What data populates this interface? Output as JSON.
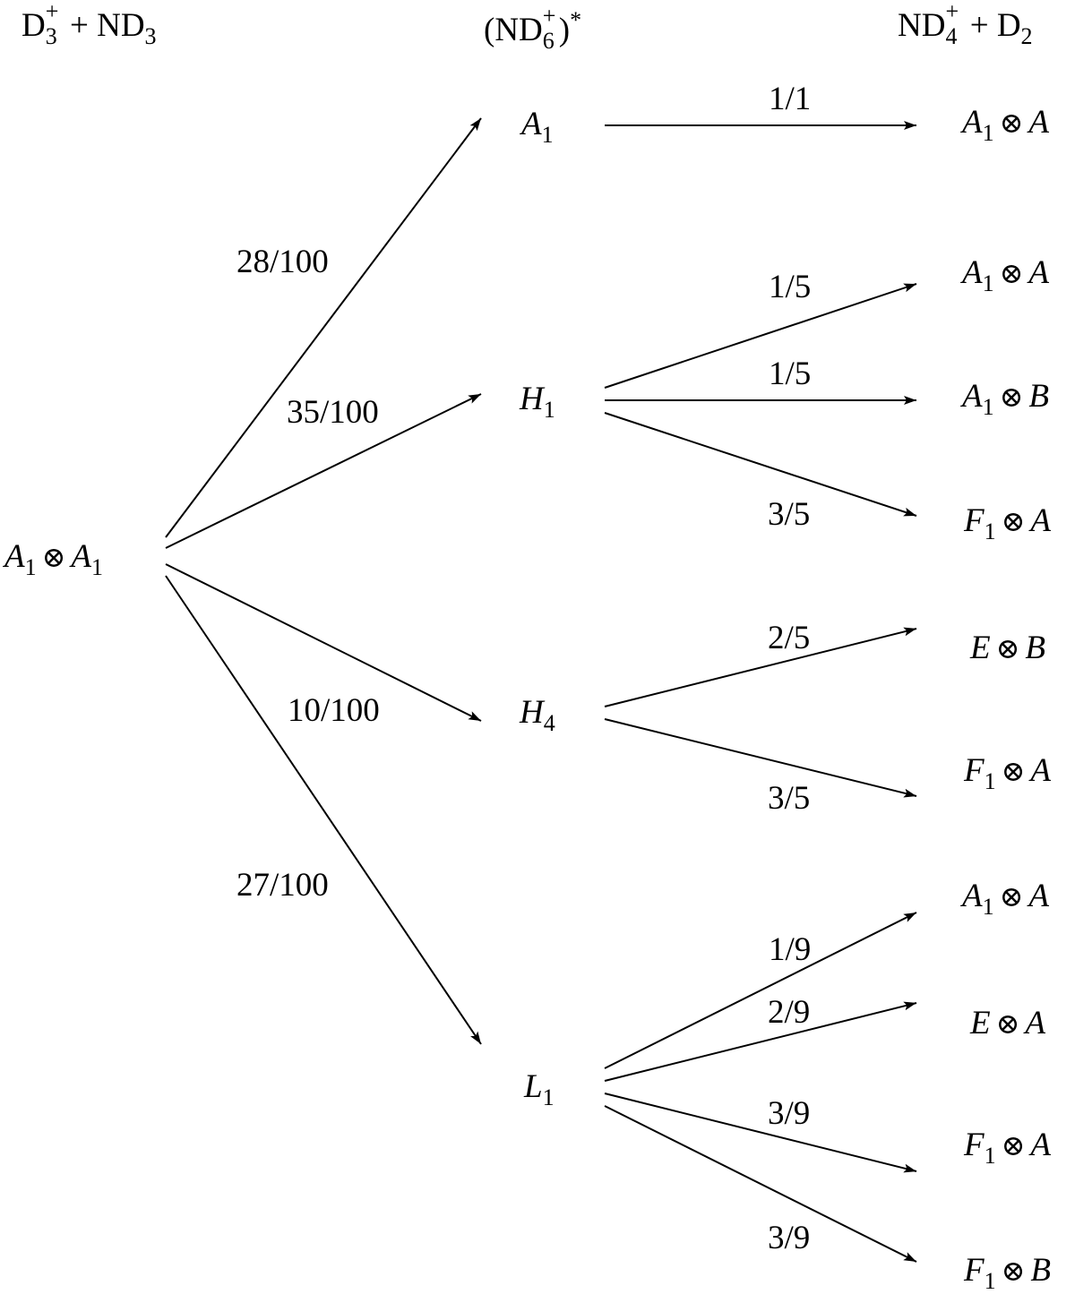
{
  "headers": {
    "reactants": {
      "base": "D",
      "sub": "3",
      "sup": "+",
      "rest": " + ND",
      "rest_sub": "3"
    },
    "intermediate": {
      "open": "(ND",
      "sub": "6",
      "sup": "+",
      "close": ")",
      "star": "*"
    },
    "products": {
      "base": "ND",
      "sub": "4",
      "sup": "+",
      "rest": " + D",
      "rest_sub": "2"
    }
  },
  "root": {
    "left": "A",
    "left_sub": "1",
    "op": "⊗",
    "right": "A",
    "right_sub": "1"
  },
  "intermediates": [
    {
      "id": "A1",
      "sym": "A",
      "sub": "1",
      "prob": "28/100"
    },
    {
      "id": "H1",
      "sym": "H",
      "sub": "1",
      "prob": "35/100"
    },
    {
      "id": "H4",
      "sym": "H",
      "sub": "4",
      "prob": "10/100"
    },
    {
      "id": "L1",
      "sym": "L",
      "sub": "1",
      "prob": "27/100"
    }
  ],
  "products": [
    {
      "from": "A1",
      "left": "A",
      "left_sub": "1",
      "op": "⊗",
      "right": "A",
      "prob": "1/1"
    },
    {
      "from": "H1",
      "left": "A",
      "left_sub": "1",
      "op": "⊗",
      "right": "A",
      "prob": "1/5"
    },
    {
      "from": "H1",
      "left": "A",
      "left_sub": "1",
      "op": "⊗",
      "right": "B",
      "prob": "1/5"
    },
    {
      "from": "H1",
      "left": "F",
      "left_sub": "1",
      "op": "⊗",
      "right": "A",
      "prob": "3/5"
    },
    {
      "from": "H4",
      "left": "E",
      "left_sub": "",
      "op": "⊗",
      "right": "B",
      "prob": "2/5"
    },
    {
      "from": "H4",
      "left": "F",
      "left_sub": "1",
      "op": "⊗",
      "right": "A",
      "prob": "3/5"
    },
    {
      "from": "L1",
      "left": "A",
      "left_sub": "1",
      "op": "⊗",
      "right": "A",
      "prob": "1/9"
    },
    {
      "from": "L1",
      "left": "E",
      "left_sub": "",
      "op": "⊗",
      "right": "A",
      "prob": "2/9"
    },
    {
      "from": "L1",
      "left": "F",
      "left_sub": "1",
      "op": "⊗",
      "right": "A",
      "prob": "3/9"
    },
    {
      "from": "L1",
      "left": "F",
      "left_sub": "1",
      "op": "⊗",
      "right": "B",
      "prob": "3/9"
    }
  ],
  "colors": {
    "ink": "#000000",
    "background": "#ffffff"
  }
}
